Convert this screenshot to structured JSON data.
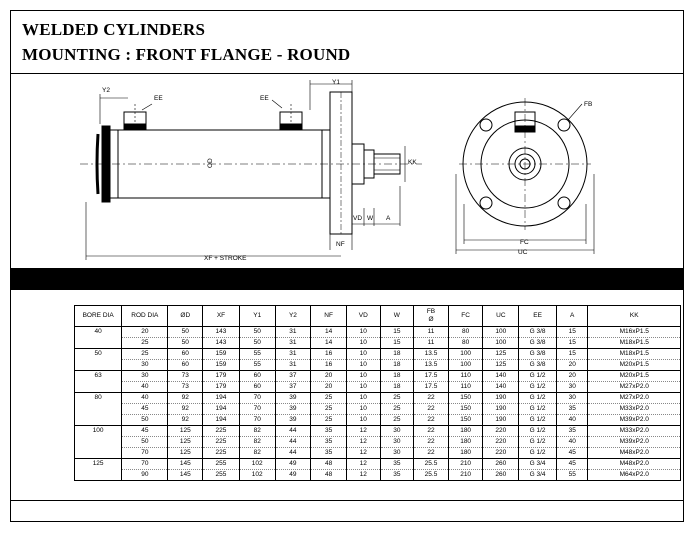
{
  "title": {
    "line1": "WELDED CYLINDERS",
    "line2": "MOUNTING : FRONT FLANGE - ROUND"
  },
  "drawing_labels": {
    "y2": "Y2",
    "ee_left": "EE",
    "ee_right": "EE",
    "y1": "Y1",
    "od": "OD",
    "kk": "KK",
    "vd": "VD",
    "w": "W",
    "a": "A",
    "nf": "NF",
    "xf_stroke": "XF + STROKE",
    "fb": "FB",
    "fc": "FC",
    "uc": "UC"
  },
  "table": {
    "headers": [
      "BORE DIA",
      "ROD DIA",
      "ØD",
      "XF",
      "Y1",
      "Y2",
      "NF",
      "VD",
      "W",
      "FB\nØ",
      "FC",
      "UC",
      "EE",
      "A",
      "KK"
    ],
    "rows": [
      [
        "40",
        "20",
        "50",
        "143",
        "50",
        "31",
        "14",
        "10",
        "15",
        "11",
        "80",
        "100",
        "G 3/8",
        "15",
        "M16xP1.5"
      ],
      [
        "",
        "25",
        "50",
        "143",
        "50",
        "31",
        "14",
        "10",
        "15",
        "11",
        "80",
        "100",
        "G 3/8",
        "15",
        "M18xP1.5"
      ],
      [
        "50",
        "25",
        "60",
        "159",
        "55",
        "31",
        "16",
        "10",
        "18",
        "13.5",
        "100",
        "125",
        "G 3/8",
        "15",
        "M18xP1.5"
      ],
      [
        "",
        "30",
        "60",
        "159",
        "55",
        "31",
        "16",
        "10",
        "18",
        "13.5",
        "100",
        "125",
        "G 3/8",
        "20",
        "M20xP1.5"
      ],
      [
        "63",
        "30",
        "73",
        "179",
        "60",
        "37",
        "20",
        "10",
        "18",
        "17.5",
        "110",
        "140",
        "G 1/2",
        "20",
        "M20xP1.5"
      ],
      [
        "",
        "40",
        "73",
        "179",
        "60",
        "37",
        "20",
        "10",
        "18",
        "17.5",
        "110",
        "140",
        "G 1/2",
        "30",
        "M27xP2.0"
      ],
      [
        "80",
        "40",
        "92",
        "194",
        "70",
        "39",
        "25",
        "10",
        "25",
        "22",
        "150",
        "190",
        "G 1/2",
        "30",
        "M27xP2.0"
      ],
      [
        "",
        "45",
        "92",
        "194",
        "70",
        "39",
        "25",
        "10",
        "25",
        "22",
        "150",
        "190",
        "G 1/2",
        "35",
        "M33xP2.0"
      ],
      [
        "",
        "50",
        "92",
        "194",
        "70",
        "39",
        "25",
        "10",
        "25",
        "22",
        "150",
        "190",
        "G 1/2",
        "40",
        "M39xP2.0"
      ],
      [
        "100",
        "45",
        "125",
        "225",
        "82",
        "44",
        "35",
        "12",
        "30",
        "22",
        "180",
        "220",
        "G 1/2",
        "35",
        "M33xP2.0"
      ],
      [
        "",
        "50",
        "125",
        "225",
        "82",
        "44",
        "35",
        "12",
        "30",
        "22",
        "180",
        "220",
        "G 1/2",
        "40",
        "M39xP2.0"
      ],
      [
        "",
        "70",
        "125",
        "225",
        "82",
        "44",
        "35",
        "12",
        "30",
        "22",
        "180",
        "220",
        "G 1/2",
        "45",
        "M48xP2.0"
      ],
      [
        "125",
        "70",
        "145",
        "255",
        "102",
        "49",
        "48",
        "12",
        "35",
        "25.5",
        "210",
        "260",
        "G 3/4",
        "45",
        "M48xP2.0"
      ],
      [
        "",
        "90",
        "145",
        "255",
        "102",
        "49",
        "48",
        "12",
        "35",
        "25.5",
        "210",
        "260",
        "G 3/4",
        "55",
        "M64xP2.0"
      ]
    ]
  }
}
